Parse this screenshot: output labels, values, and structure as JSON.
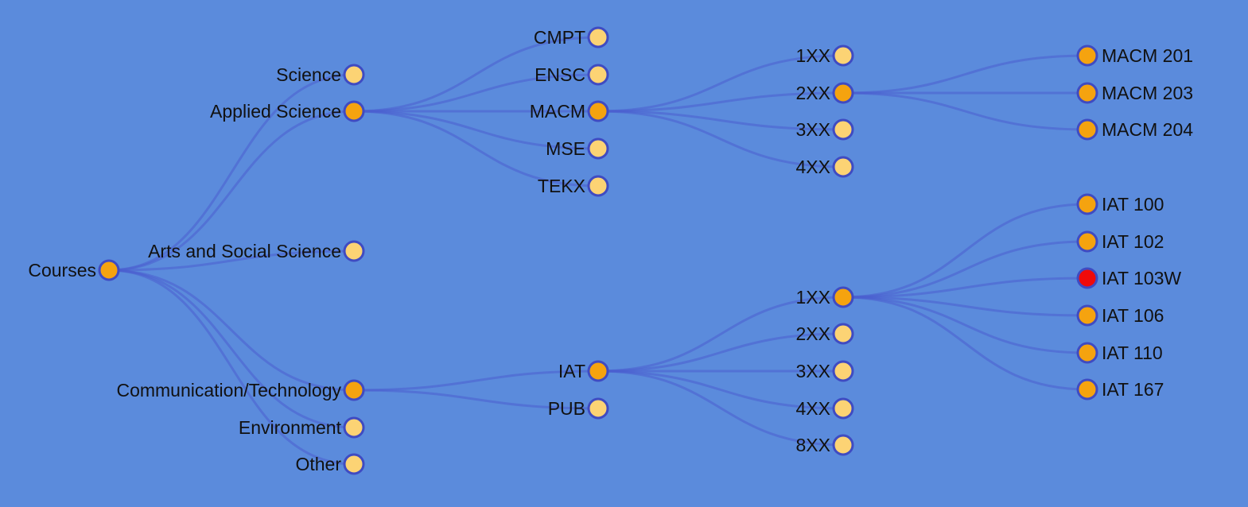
{
  "colors": {
    "background": "#5b8bdc",
    "link": "#4a5fd0",
    "node_stroke": "#3f4bc2",
    "node_expanded": "#f5a30f",
    "node_leaf": "#fcd374",
    "node_selected": "#f00a0a"
  },
  "tree": {
    "id": "courses",
    "label": "Courses",
    "state": "expanded",
    "children": [
      {
        "id": "science",
        "label": "Science",
        "state": "collapsed"
      },
      {
        "id": "applied-science",
        "label": "Applied Science",
        "state": "expanded",
        "children": [
          {
            "id": "cmpt",
            "label": "CMPT",
            "state": "collapsed"
          },
          {
            "id": "ensc",
            "label": "ENSC",
            "state": "collapsed"
          },
          {
            "id": "macm",
            "label": "MACM",
            "state": "expanded",
            "children": [
              {
                "id": "macm-1xx",
                "label": "1XX",
                "state": "collapsed"
              },
              {
                "id": "macm-2xx",
                "label": "2XX",
                "state": "expanded",
                "children": [
                  {
                    "id": "macm-201",
                    "label": "MACM 201",
                    "state": "expanded"
                  },
                  {
                    "id": "macm-203",
                    "label": "MACM 203",
                    "state": "expanded"
                  },
                  {
                    "id": "macm-204",
                    "label": "MACM 204",
                    "state": "expanded"
                  }
                ]
              },
              {
                "id": "macm-3xx",
                "label": "3XX",
                "state": "collapsed"
              },
              {
                "id": "macm-4xx",
                "label": "4XX",
                "state": "collapsed"
              }
            ]
          },
          {
            "id": "mse",
            "label": "MSE",
            "state": "collapsed"
          },
          {
            "id": "tekx",
            "label": "TEKX",
            "state": "collapsed"
          }
        ]
      },
      {
        "id": "arts-social-science",
        "label": "Arts and Social Science",
        "state": "collapsed"
      },
      {
        "id": "communication-technology",
        "label": "Communication/Technology",
        "state": "expanded",
        "children": [
          {
            "id": "iat",
            "label": "IAT",
            "state": "expanded",
            "children": [
              {
                "id": "iat-1xx",
                "label": "1XX",
                "state": "expanded",
                "children": [
                  {
                    "id": "iat-100",
                    "label": "IAT 100",
                    "state": "expanded"
                  },
                  {
                    "id": "iat-102",
                    "label": "IAT 102",
                    "state": "expanded"
                  },
                  {
                    "id": "iat-103w",
                    "label": "IAT 103W",
                    "state": "selected"
                  },
                  {
                    "id": "iat-106",
                    "label": "IAT 106",
                    "state": "expanded"
                  },
                  {
                    "id": "iat-110",
                    "label": "IAT 110",
                    "state": "expanded"
                  },
                  {
                    "id": "iat-167",
                    "label": "IAT 167",
                    "state": "expanded"
                  }
                ]
              },
              {
                "id": "iat-2xx",
                "label": "2XX",
                "state": "collapsed"
              },
              {
                "id": "iat-3xx",
                "label": "3XX",
                "state": "collapsed"
              },
              {
                "id": "iat-4xx",
                "label": "4XX",
                "state": "collapsed"
              },
              {
                "id": "iat-8xx",
                "label": "8XX",
                "state": "collapsed"
              }
            ]
          },
          {
            "id": "pub",
            "label": "PUB",
            "state": "collapsed"
          }
        ]
      },
      {
        "id": "environment",
        "label": "Environment",
        "state": "collapsed"
      },
      {
        "id": "other",
        "label": "Other",
        "state": "collapsed"
      }
    ]
  }
}
